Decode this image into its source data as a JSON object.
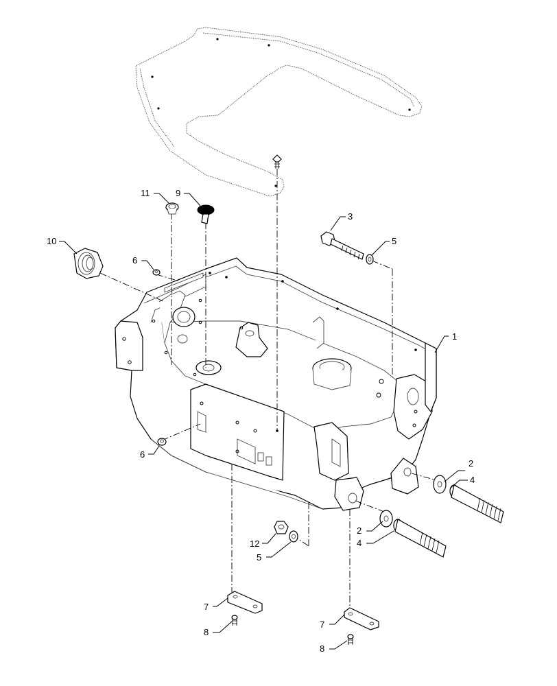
{
  "callouts": [
    {
      "id": "c1",
      "label": "1"
    },
    {
      "id": "c2a",
      "label": "2"
    },
    {
      "id": "c2b",
      "label": "2"
    },
    {
      "id": "c3",
      "label": "3"
    },
    {
      "id": "c4a",
      "label": "4"
    },
    {
      "id": "c4b",
      "label": "4"
    },
    {
      "id": "c5a",
      "label": "5"
    },
    {
      "id": "c5b",
      "label": "5"
    },
    {
      "id": "c6a",
      "label": "6"
    },
    {
      "id": "c6b",
      "label": "6"
    },
    {
      "id": "c7a",
      "label": "7"
    },
    {
      "id": "c7b",
      "label": "7"
    },
    {
      "id": "c8a",
      "label": "8"
    },
    {
      "id": "c8b",
      "label": "8"
    },
    {
      "id": "c9",
      "label": "9"
    },
    {
      "id": "c10",
      "label": "10"
    },
    {
      "id": "c11",
      "label": "11"
    },
    {
      "id": "c12",
      "label": "12"
    }
  ]
}
